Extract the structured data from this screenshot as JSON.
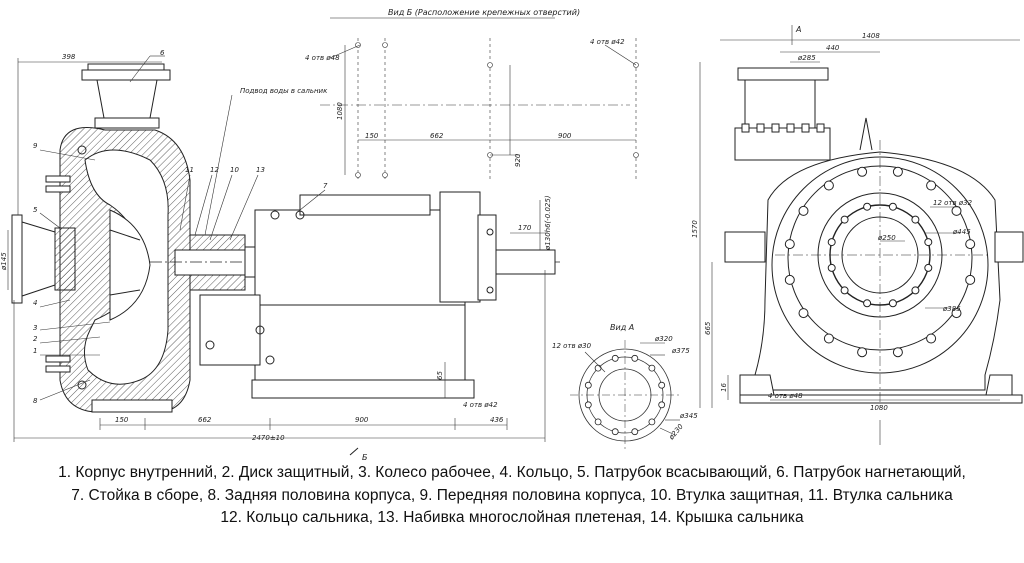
{
  "view_b_title": "Вид Б (Расположение крепежных отверстий)",
  "view_a_title": "Вид А",
  "arrow_a": "А",
  "arrow_b": "Б",
  "drain_note": "Подвод воды в сальник",
  "dims": {
    "d398": "398",
    "d145": "ø145",
    "d150": "150",
    "d662": "662",
    "d900": "900",
    "d436": "436",
    "d2470": "2470±10",
    "d65": "65",
    "holes42": "4 отв ø42",
    "holes48": "4 отв ø48",
    "d1080": "1080",
    "d920": "920",
    "d170": "170",
    "dshaft": "ø130h6(-0.025)",
    "d1408": "1408",
    "d440": "440",
    "d285": "ø285",
    "d1570": "1570",
    "d665": "665",
    "d16": "16",
    "holes32": "12 отв ø32",
    "d250": "ø250",
    "d445": "ø445",
    "d385": "ø385",
    "holes30": "12 отв ø30",
    "d320": "ø320",
    "d375": "ø375",
    "d345": "ø345",
    "d230": "ø230"
  },
  "callouts": [
    "1",
    "2",
    "3",
    "4",
    "5",
    "6",
    "7",
    "8",
    "9",
    "10",
    "11",
    "12",
    "13"
  ],
  "legend": {
    "line1": "1. Корпус внутренний, 2. Диск защитный, 3. Колесо рабочее, 4. Кольцо, 5. Патрубок всасывающий, 6. Патрубок нагнетающий,",
    "line2": "7. Стойка в сборе, 8. Задняя половина корпуса, 9. Передняя половина корпуса, 10. Втулка защитная, 11. Втулка сальника",
    "line3": "12. Кольцо сальника, 13. Набивка многослойная плетеная, 14. Крышка сальника"
  }
}
